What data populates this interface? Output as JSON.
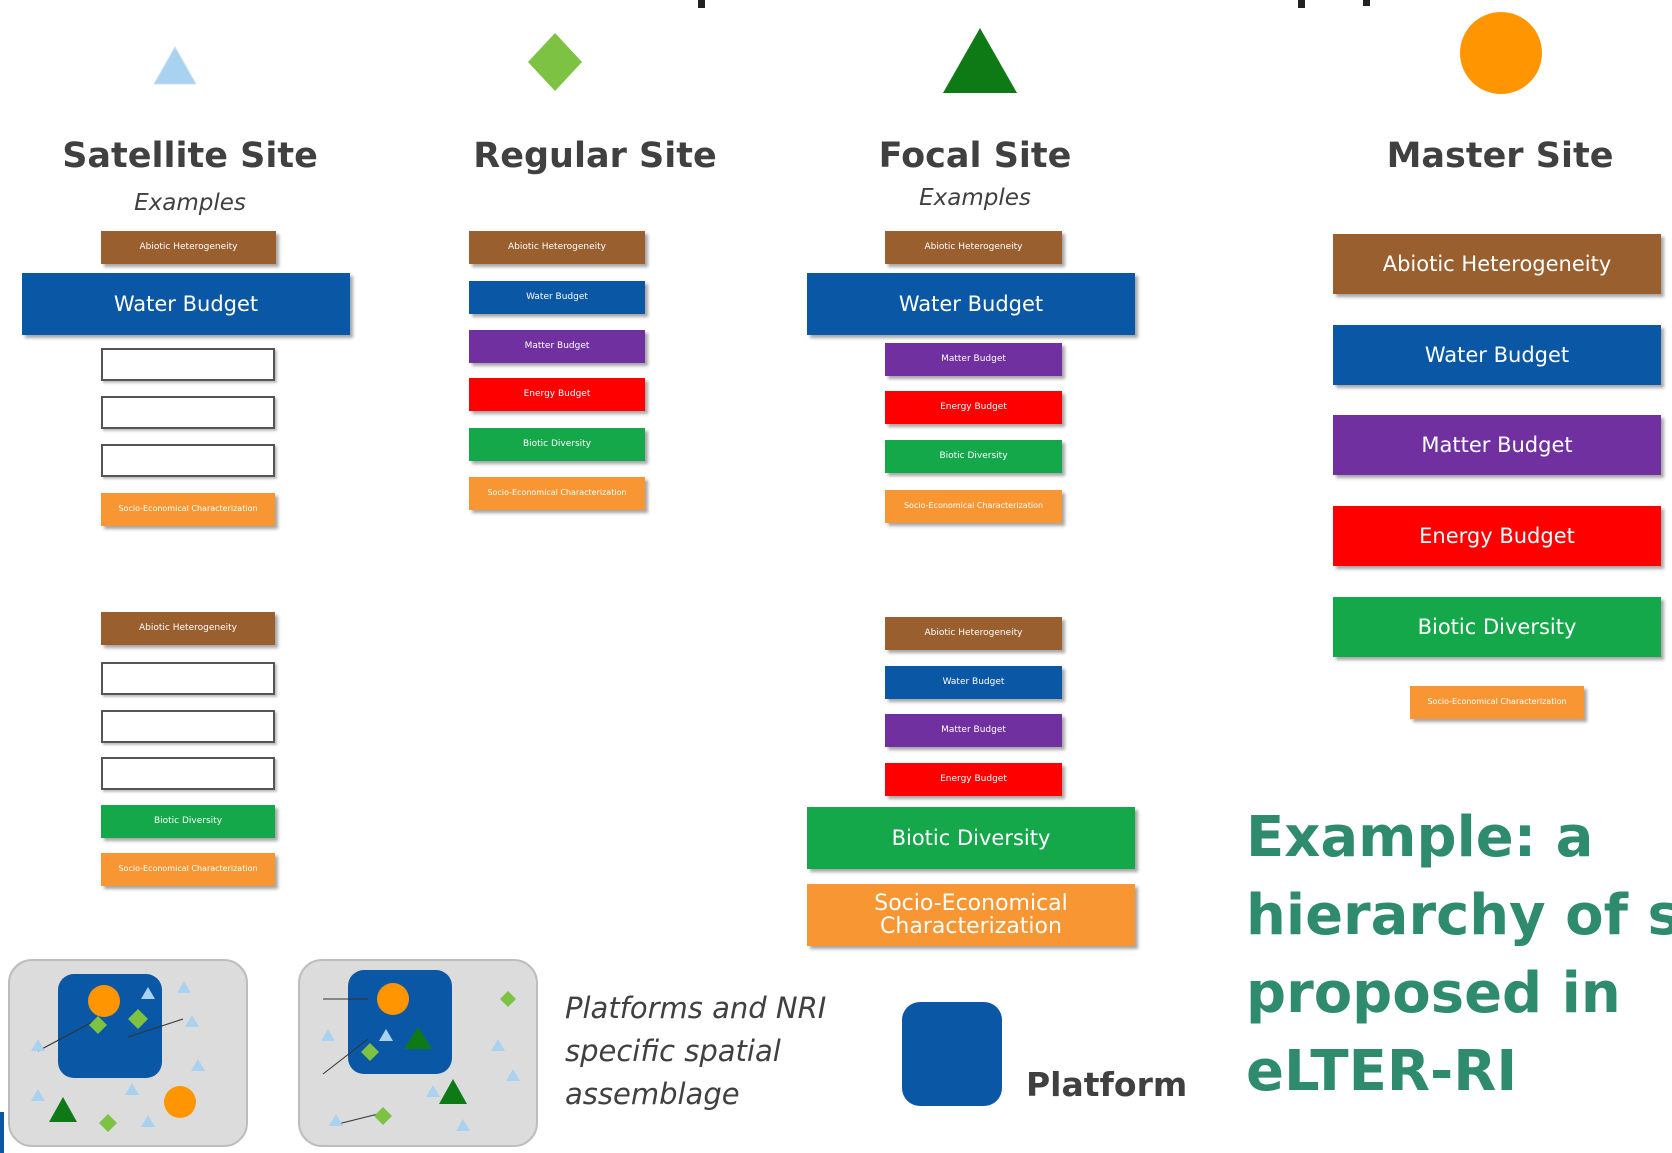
{
  "colors": {
    "abiotic": "#9a5f2f",
    "water": "#0a57a5",
    "matter": "#7030a0",
    "energy": "#ff0000",
    "biotic": "#14a84a",
    "socio": "#f79633",
    "example_title": "#2e8b6e",
    "satellite_symbol": "#a9d2f0",
    "regular_symbol": "#7dc243",
    "focal_symbol": "#0e7a16",
    "master_symbol": "#ff9500"
  },
  "sites": {
    "satellite": {
      "title": "Satellite Site",
      "examples": "Examples",
      "symbol": "light-blue-triangle-icon"
    },
    "regular": {
      "title": "Regular Site",
      "symbol": "green-diamond-icon"
    },
    "focal": {
      "title": "Focal Site",
      "examples": "Examples",
      "symbol": "dark-green-triangle-icon"
    },
    "master": {
      "title": "Master Site",
      "symbol": "orange-circle-icon"
    }
  },
  "labels": {
    "abiotic": "Abiotic Heterogeneity",
    "water": "Water Budget",
    "matter": "Matter Budget",
    "energy": "Energy Budget",
    "biotic": "Biotic Diversity",
    "socio": "Socio-Economical Characterization"
  },
  "legend": {
    "caption_line1": "Platforms and NRI",
    "caption_line2": "specific spatial",
    "caption_line3": "assemblage",
    "platform_label": "Platform"
  },
  "example_title": {
    "line1": "Example: a",
    "line2": "hierarchy of si",
    "line3": "proposed in",
    "line4": "eLTER-RI"
  }
}
